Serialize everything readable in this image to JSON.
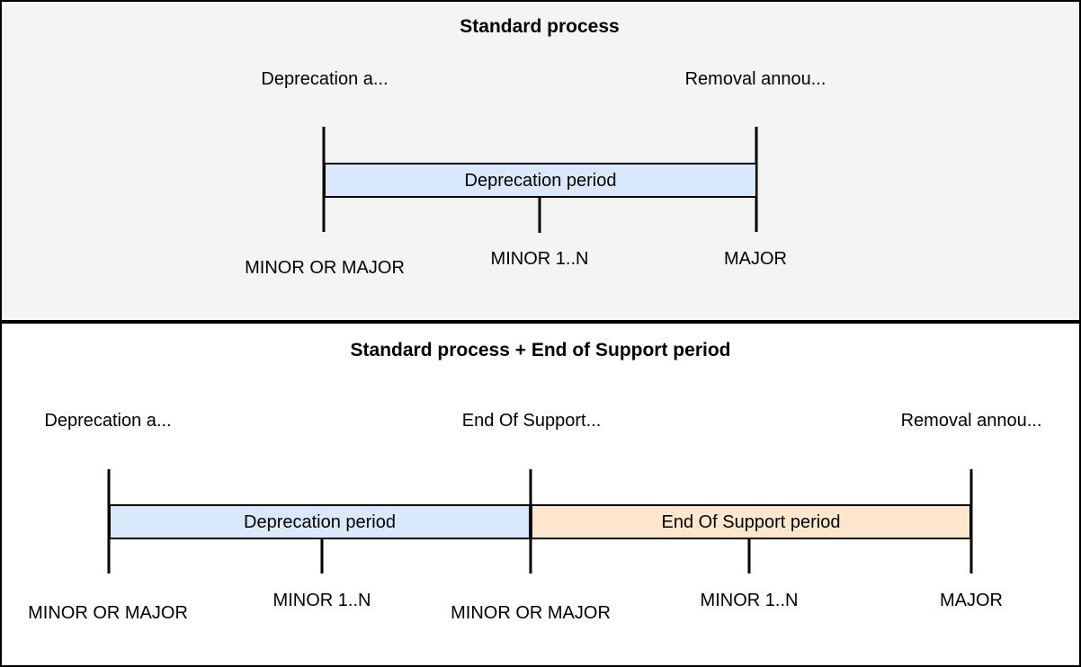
{
  "colors": {
    "panel1_bg": "#f4f4f4",
    "panel2_bg": "#ffffff",
    "line": "#000000",
    "deprecation_fill": "#dae8fc",
    "eos_fill": "#ffe6cc"
  },
  "panel1": {
    "title": "Standard process",
    "events": [
      {
        "label": "Deprecation a..."
      },
      {
        "label": "Removal annou..."
      }
    ],
    "bars": [
      {
        "label": "Deprecation period",
        "fill": "#dae8fc"
      }
    ],
    "milestones": [
      {
        "label": "MINOR OR MAJOR"
      },
      {
        "label": "MINOR 1..N"
      },
      {
        "label": "MAJOR"
      }
    ]
  },
  "panel2": {
    "title": "Standard process + End of Support period",
    "events": [
      {
        "label": "Deprecation a..."
      },
      {
        "label": "End Of Support..."
      },
      {
        "label": "Removal annou..."
      }
    ],
    "bars": [
      {
        "label": "Deprecation period",
        "fill": "#dae8fc"
      },
      {
        "label": "End Of Support period",
        "fill": "#ffe6cc"
      }
    ],
    "milestones": [
      {
        "label": "MINOR OR MAJOR"
      },
      {
        "label": "MINOR 1..N"
      },
      {
        "label": "MINOR OR MAJOR"
      },
      {
        "label": "MINOR 1..N"
      },
      {
        "label": "MAJOR"
      }
    ]
  }
}
